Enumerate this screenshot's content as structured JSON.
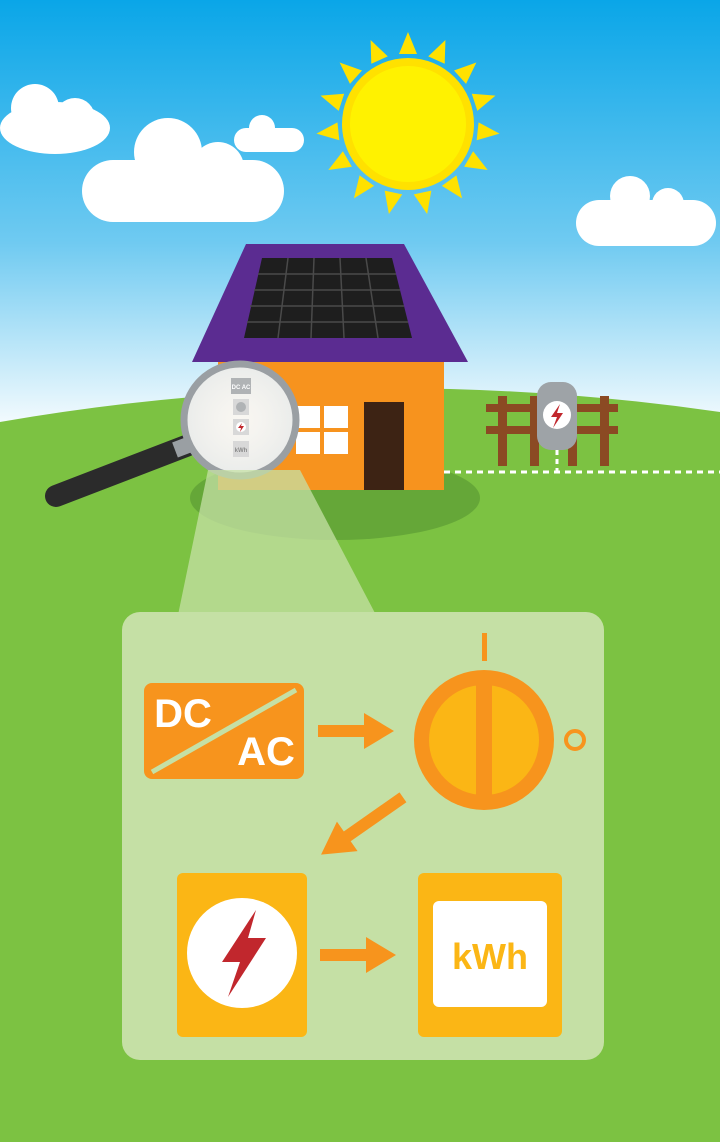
{
  "diagram": {
    "inverter_dc_label": "DC",
    "inverter_ac_label": "AC",
    "meter_label": "kWh",
    "switch_on_symbol": "I",
    "switch_off_symbol": "O",
    "mini_inverter_label": "DC AC",
    "mini_meter_label": "kWh"
  },
  "colors": {
    "sky_top": "#0aa6e8",
    "sky_bottom": "#ffffff",
    "grass": "#7cc242",
    "sun": "#ffe100",
    "house_wall": "#f7931e",
    "roof": "#5b2c91",
    "panel": "#1e1e1e",
    "fence": "#8b4a23",
    "panel_bg": "#c5e0a5",
    "inverter": "#f7941d",
    "breaker_box": "#fbb615",
    "bolt": "#c1272d",
    "arrow": "#f7941d"
  },
  "icons": [
    "sun-icon",
    "cloud-icon",
    "magnifier-icon",
    "inverter-icon",
    "isolator-switch-icon",
    "breaker-icon",
    "lightning-bolt-icon",
    "energy-meter-icon",
    "fence-icon",
    "grid-meter-icon"
  ]
}
